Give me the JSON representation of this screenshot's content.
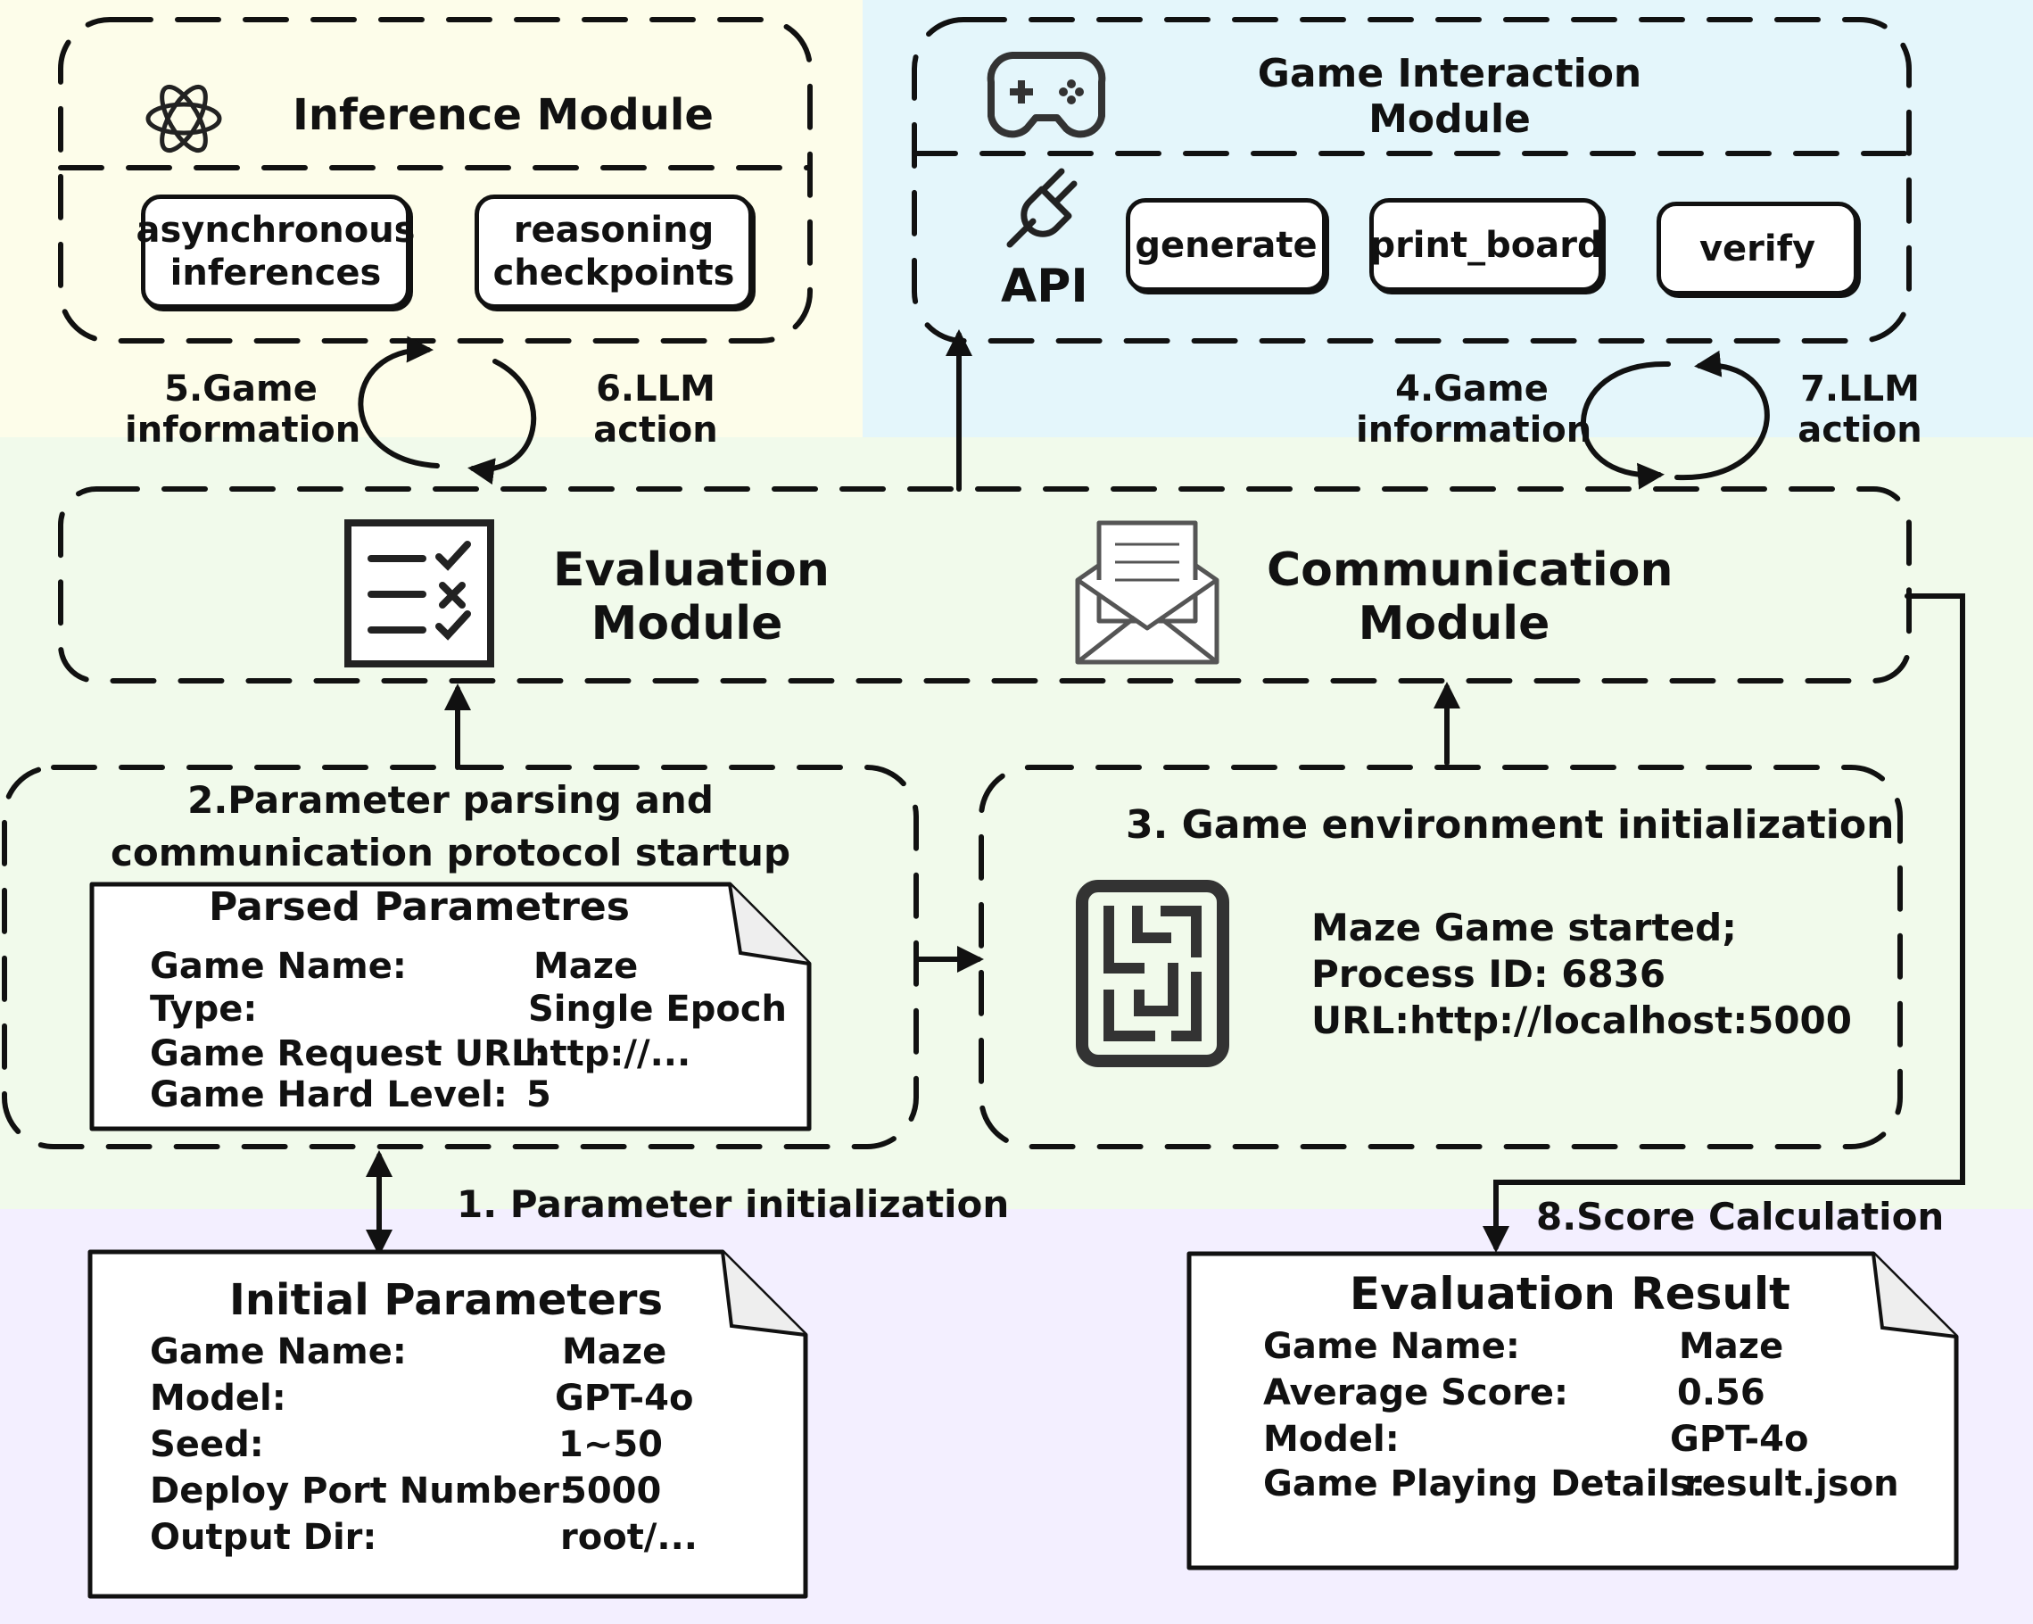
{
  "inference": {
    "title": "Inference Module",
    "items": [
      "asynchronous\ninferences",
      "reasoning\ncheckpoints"
    ]
  },
  "game_interaction": {
    "title": "Game Interaction\nModule",
    "api_label": "API",
    "functions": [
      "generate",
      "print_board",
      "verify"
    ]
  },
  "evaluation": {
    "title": "Evaluation\nModule"
  },
  "communication": {
    "title": "Communication\nModule"
  },
  "arrows": {
    "step1": "1. Parameter initialization",
    "step2": "2.Parameter parsing and\ncommunication protocol startup",
    "step3": "3. Game environment initialization",
    "step4": "4.Game\ninformation",
    "step5": "5.Game\ninformation",
    "step6": "6.LLM\naction",
    "step7": "7.LLM\naction",
    "step8": "8.Score Calculation"
  },
  "parsed": {
    "title": "Parsed Parametres",
    "rows": [
      {
        "key": "Game Name:",
        "value": "Maze"
      },
      {
        "key": "Type:",
        "value": "Single Epoch"
      },
      {
        "key": "Game Request URL:",
        "value": "http://..."
      },
      {
        "key": "Game Hard Level:",
        "value": "5"
      }
    ]
  },
  "game_env": {
    "lines": [
      "Maze Game started;",
      "Process ID: 6836",
      "URL:http://localhost:5000"
    ]
  },
  "initial": {
    "title": "Initial Parameters",
    "rows": [
      {
        "key": "Game Name:",
        "value": "Maze"
      },
      {
        "key": "Model:",
        "value": "GPT-4o"
      },
      {
        "key": "Seed:",
        "value": "1~50"
      },
      {
        "key": "Deploy Port Number:",
        "value": "5000"
      },
      {
        "key": "Output Dir:",
        "value": "root/..."
      }
    ]
  },
  "result": {
    "title": "Evaluation Result",
    "rows": [
      {
        "key": "Game Name:",
        "value": "Maze"
      },
      {
        "key": "Average Score:",
        "value": "0.56"
      },
      {
        "key": "Model:",
        "value": "GPT-4o"
      },
      {
        "key": "Game Playing Details:",
        "value": "result.json"
      }
    ]
  },
  "icons": [
    "openai-logo-icon",
    "gamepad-icon",
    "plug-icon",
    "checklist-icon",
    "envelope-icon",
    "maze-icon"
  ]
}
